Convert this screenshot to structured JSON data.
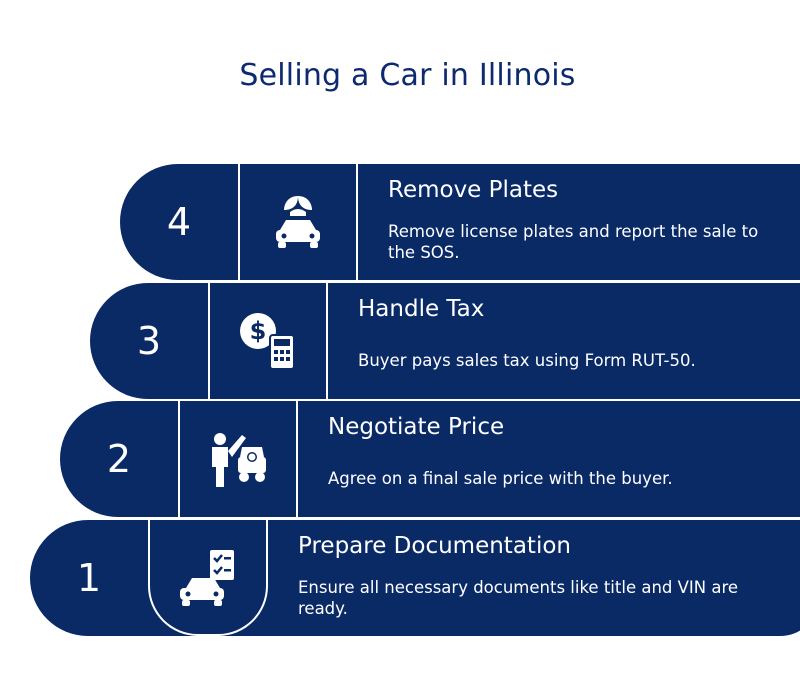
{
  "title": "Selling a Car in Illinois",
  "colors": {
    "navy": "#0a2a66",
    "title": "#0d2a6e",
    "text": "#ffffff"
  },
  "steps": [
    {
      "number": "4",
      "heading": "Remove Plates",
      "description": "Remove license plates and report the sale to the SOS.",
      "icon": "car-with-leaf-icon"
    },
    {
      "number": "3",
      "heading": "Handle Tax",
      "description": "Buyer pays sales tax using Form RUT-50.",
      "icon": "dollar-calculator-icon"
    },
    {
      "number": "2",
      "heading": "Negotiate Price",
      "description": "Agree on a final sale price with the buyer.",
      "icon": "people-negotiating-car-icon"
    },
    {
      "number": "1",
      "heading": "Prepare Documentation",
      "description": "Ensure all necessary documents like title and VIN are ready.",
      "icon": "car-checklist-icon"
    }
  ]
}
